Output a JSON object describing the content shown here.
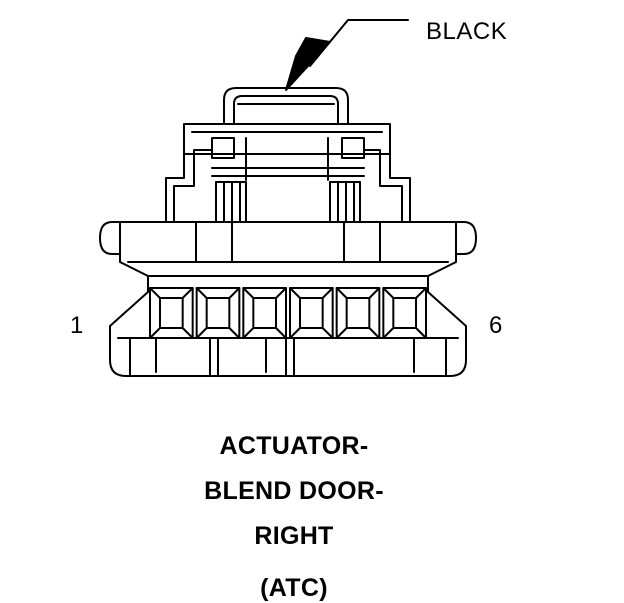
{
  "diagram": {
    "wire_color_label": "BLACK",
    "pin_left_label": "1",
    "pin_right_label": "6",
    "title_lines": [
      "ACTUATOR-",
      "BLEND DOOR-",
      "RIGHT",
      "(ATC)"
    ],
    "cavity_count": 6
  }
}
